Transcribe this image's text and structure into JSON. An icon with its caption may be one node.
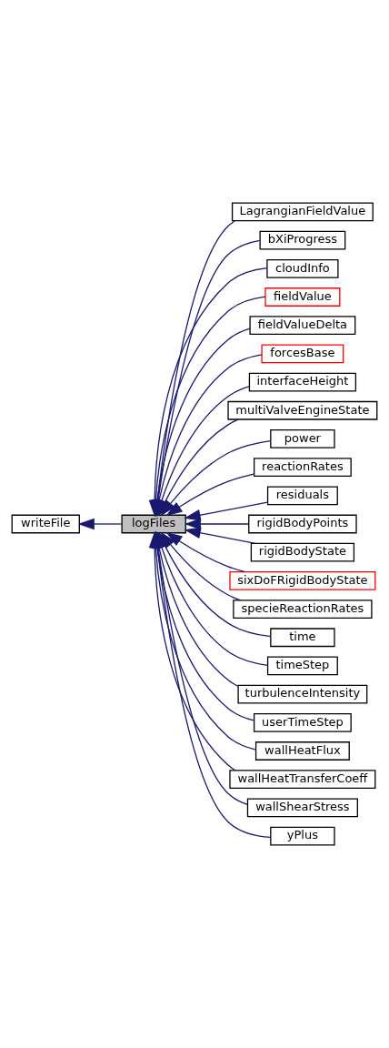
{
  "diagram": {
    "nodes": [
      {
        "text": [
          "writeFile"
        ]
      },
      {
        "text": [
          "logFiles"
        ]
      },
      {
        "text": [
          "LagrangianFieldValue"
        ]
      },
      {
        "text": [
          "bXiProgress"
        ]
      },
      {
        "text": [
          "cloudInfo"
        ]
      },
      {
        "text": [
          "fieldValue"
        ]
      },
      {
        "text": [
          "fieldValueDelta"
        ]
      },
      {
        "text": [
          "forcesBase"
        ]
      },
      {
        "text": [
          "interfaceHeight"
        ]
      },
      {
        "text": [
          "multiValveEngineState"
        ]
      },
      {
        "text": [
          "power"
        ]
      },
      {
        "text": [
          "reactionRates"
        ]
      },
      {
        "text": [
          "residuals"
        ]
      },
      {
        "text": [
          "rigidBodyPoints"
        ]
      },
      {
        "text": [
          "rigidBodyState"
        ]
      },
      {
        "text": [
          "sixDoFRigidBodyState"
        ]
      },
      {
        "text": [
          "specieReactionRates"
        ]
      },
      {
        "text": [
          "time"
        ]
      },
      {
        "text": [
          "timeStep"
        ]
      },
      {
        "text": [
          "turbulenceIntensity"
        ]
      },
      {
        "text": [
          "userTimeStep"
        ]
      },
      {
        "text": [
          "wallHeatFlux"
        ]
      },
      {
        "text": [
          "wallHeatTransferCoeff"
        ]
      },
      {
        "text": [
          "wallShearStress"
        ]
      },
      {
        "text": [
          "yPlus"
        ]
      }
    ],
    "edges": [
      {
        "from": 1,
        "to": 0,
        "arrow": "to"
      },
      {
        "from": 2,
        "to": 1,
        "arrow": "to"
      },
      {
        "from": 3,
        "to": 1,
        "arrow": "to"
      },
      {
        "from": 4,
        "to": 1,
        "arrow": "to"
      },
      {
        "from": 5,
        "to": 1,
        "arrow": "to"
      },
      {
        "from": 6,
        "to": 1,
        "arrow": "to"
      },
      {
        "from": 7,
        "to": 1,
        "arrow": "to"
      },
      {
        "from": 8,
        "to": 1,
        "arrow": "to"
      },
      {
        "from": 9,
        "to": 1,
        "arrow": "to"
      },
      {
        "from": 10,
        "to": 1,
        "arrow": "to"
      },
      {
        "from": 11,
        "to": 1,
        "arrow": "to"
      },
      {
        "from": 12,
        "to": 1,
        "arrow": "to"
      },
      {
        "from": 13,
        "to": 1,
        "arrow": "to"
      },
      {
        "from": 14,
        "to": 1,
        "arrow": "to"
      },
      {
        "from": 15,
        "to": 1,
        "arrow": "to"
      },
      {
        "from": 16,
        "to": 1,
        "arrow": "to"
      },
      {
        "from": 17,
        "to": 1,
        "arrow": "to"
      },
      {
        "from": 18,
        "to": 1,
        "arrow": "to"
      },
      {
        "from": 19,
        "to": 1,
        "arrow": "to"
      },
      {
        "from": 20,
        "to": 1,
        "arrow": "to"
      },
      {
        "from": 21,
        "to": 1,
        "arrow": "to"
      },
      {
        "from": 22,
        "to": 1,
        "arrow": "to"
      },
      {
        "from": 23,
        "to": 1,
        "arrow": "to"
      },
      {
        "from": 24,
        "to": 1,
        "arrow": "to"
      }
    ]
  }
}
